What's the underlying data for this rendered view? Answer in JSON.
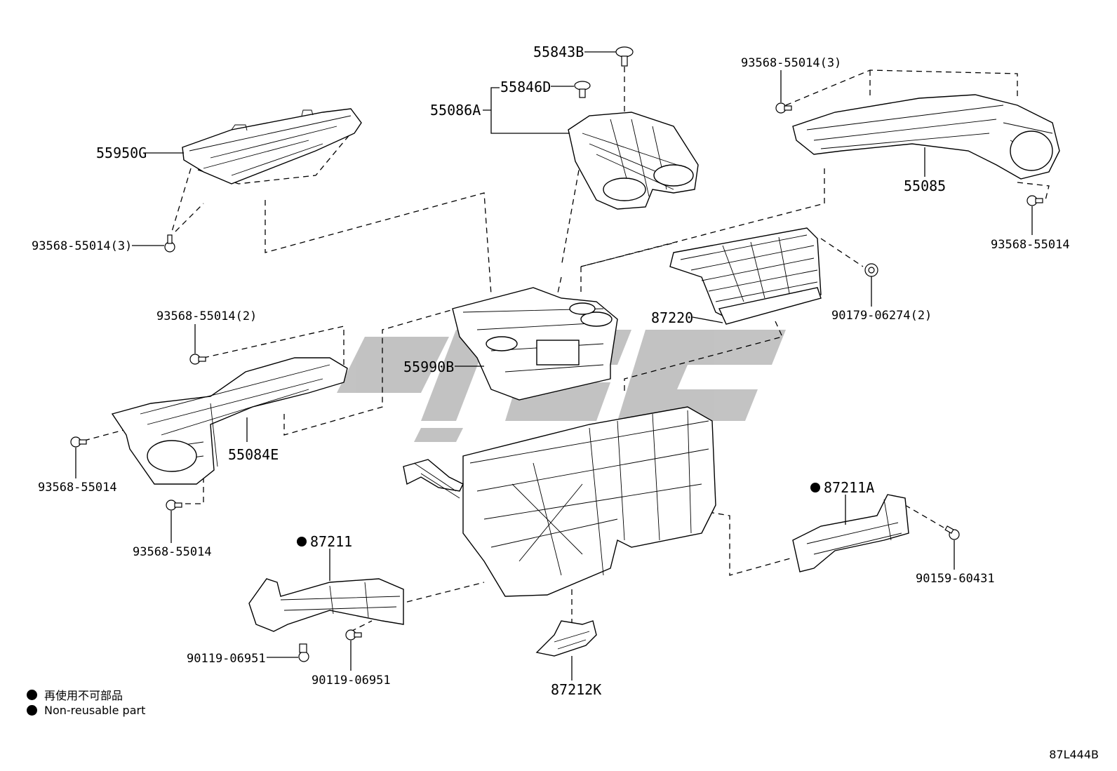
{
  "labels": {
    "p55843B": "55843B",
    "p55846D": "55846D",
    "p55086A": "55086A",
    "p55950G": "55950G",
    "p93568_55014_3_left": "93568-55014(3)",
    "p93568_55014_3_right": "93568-55014(3)",
    "p55085": "55085",
    "p93568_55014_right": "93568-55014",
    "p87220": "87220",
    "p90179_06274_2": "90179-06274(2)",
    "p93568_55014_2": "93568-55014(2)",
    "p55990B": "55990B",
    "p55084E": "55084E",
    "p93568_55014_a": "93568-55014",
    "p93568_55014_b": "93568-55014",
    "p87211A": "87211A",
    "p87211": "87211",
    "p90159_60431": "90159-60431",
    "p90119_06951_a": "90119-06951",
    "p90119_06951_b": "90119-06951",
    "p87212K": "87212K"
  },
  "legend": {
    "jp": "再使用不可部品",
    "en": "Non-reusable part"
  },
  "diagram_code": "87L444B"
}
